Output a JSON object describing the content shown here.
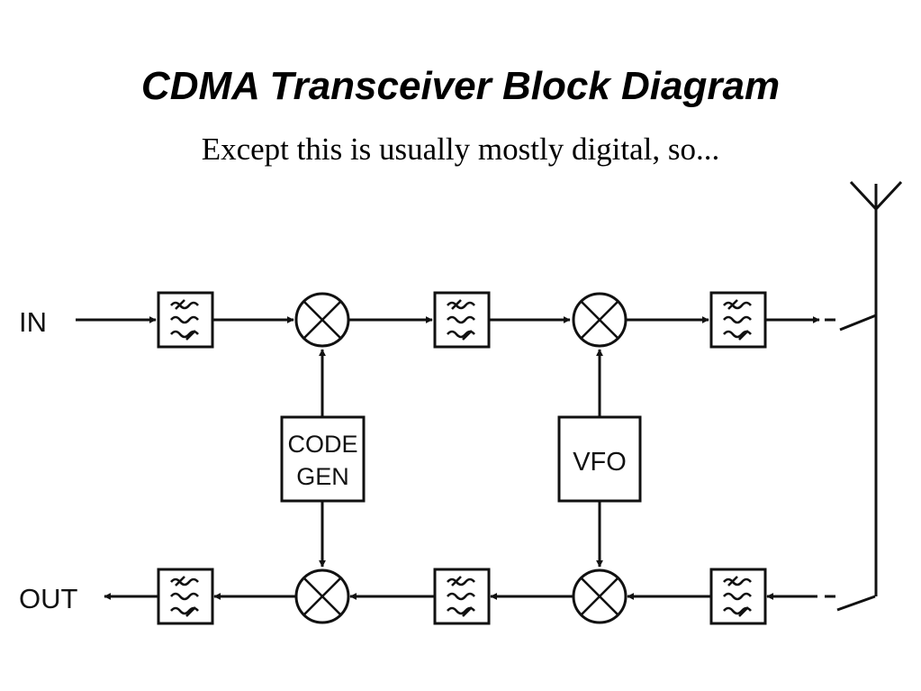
{
  "slide": {
    "title": "CDMA Transceiver Block Diagram",
    "subtitle": "Except this is usually mostly digital, so..."
  },
  "diagram": {
    "input_label": "IN",
    "output_label": "OUT",
    "code_gen": {
      "line1": "CODE",
      "line2": "GEN"
    },
    "vfo_label": "VFO"
  }
}
